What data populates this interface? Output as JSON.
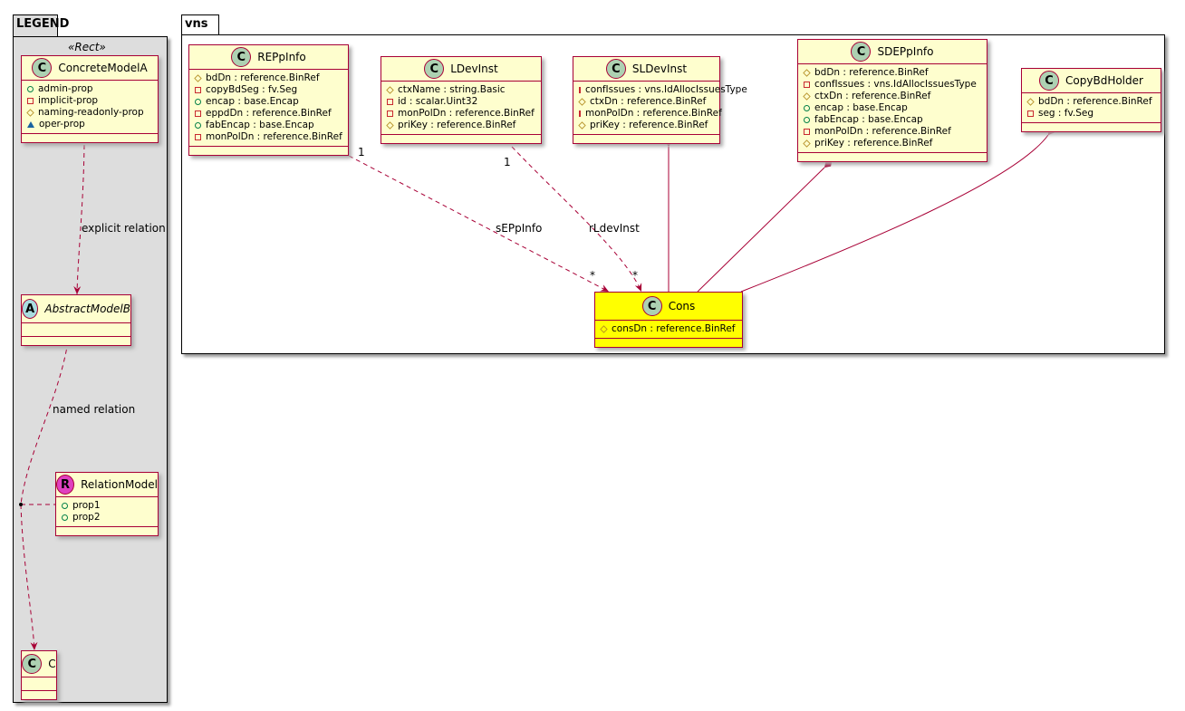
{
  "legend": {
    "title": "LEGEND",
    "stereotype": "«Rect»",
    "classes": [
      {
        "id": "cma",
        "kind": "C",
        "name": "ConcreteModelA",
        "attrs": [
          [
            "public",
            "admin-prop"
          ],
          [
            "private",
            "implicit-prop"
          ],
          [
            "protected",
            "naming-readonly-prop"
          ],
          [
            "package",
            "oper-prop"
          ]
        ]
      },
      {
        "id": "amb",
        "kind": "A",
        "name": "AbstractModelB",
        "italic": true,
        "attrs": []
      },
      {
        "id": "rm",
        "kind": "R",
        "name": "RelationModel",
        "attrs": [
          [
            "public",
            "prop1"
          ],
          [
            "public",
            "prop2"
          ]
        ]
      },
      {
        "id": "c",
        "kind": "C",
        "name": "C",
        "attrs": []
      }
    ],
    "relations": {
      "explicit": "explicit relation",
      "named": "named relation"
    }
  },
  "vns": {
    "title": "vns",
    "classes": [
      {
        "id": "rep",
        "kind": "C",
        "name": "REPpInfo",
        "attrs": [
          [
            "protected",
            "bdDn : reference.BinRef"
          ],
          [
            "private",
            "copyBdSeg : fv.Seg"
          ],
          [
            "public",
            "encap : base.Encap"
          ],
          [
            "private",
            "eppdDn : reference.BinRef"
          ],
          [
            "public",
            "fabEncap : base.Encap"
          ],
          [
            "private",
            "monPolDn : reference.BinRef"
          ]
        ]
      },
      {
        "id": "ldev",
        "kind": "C",
        "name": "LDevInst",
        "attrs": [
          [
            "protected",
            "ctxName : string.Basic"
          ],
          [
            "private",
            "id : scalar.Uint32"
          ],
          [
            "private",
            "monPolDn : reference.BinRef"
          ],
          [
            "protected",
            "priKey : reference.BinRef"
          ]
        ]
      },
      {
        "id": "sldev",
        "kind": "C",
        "name": "SLDevInst",
        "attrs": [
          [
            "private",
            "confIssues : vns.IdAllocIssuesType"
          ],
          [
            "protected",
            "ctxDn : reference.BinRef"
          ],
          [
            "private",
            "monPolDn : reference.BinRef"
          ],
          [
            "protected",
            "priKey : reference.BinRef"
          ]
        ]
      },
      {
        "id": "sdep",
        "kind": "C",
        "name": "SDEPpInfo",
        "attrs": [
          [
            "protected",
            "bdDn : reference.BinRef"
          ],
          [
            "private",
            "confIssues : vns.IdAllocIssuesType"
          ],
          [
            "protected",
            "ctxDn : reference.BinRef"
          ],
          [
            "public",
            "encap : base.Encap"
          ],
          [
            "public",
            "fabEncap : base.Encap"
          ],
          [
            "private",
            "monPolDn : reference.BinRef"
          ],
          [
            "protected",
            "priKey : reference.BinRef"
          ]
        ]
      },
      {
        "id": "cbh",
        "kind": "C",
        "name": "CopyBdHolder",
        "attrs": [
          [
            "protected",
            "bdDn : reference.BinRef"
          ],
          [
            "private",
            "seg : fv.Seg"
          ]
        ]
      },
      {
        "id": "cons",
        "kind": "C",
        "name": "Cons",
        "highlight": true,
        "attrs": [
          [
            "protected",
            "consDn : reference.BinRef"
          ]
        ]
      }
    ],
    "relations": [
      {
        "from": "REPpInfo",
        "to": "Cons",
        "label": "sEPpInfo",
        "from_mult": "1",
        "to_mult": "*"
      },
      {
        "from": "LDevInst",
        "to": "Cons",
        "label": "rLdevInst",
        "from_mult": "1",
        "to_mult": "*"
      }
    ]
  },
  "colors": {
    "border": "#a80036",
    "class_fill": "#fefece",
    "highlight": "#ffff00",
    "circle_C": "#add1b2",
    "circle_A": "#a9dcdf",
    "circle_R": "#e040c0"
  }
}
